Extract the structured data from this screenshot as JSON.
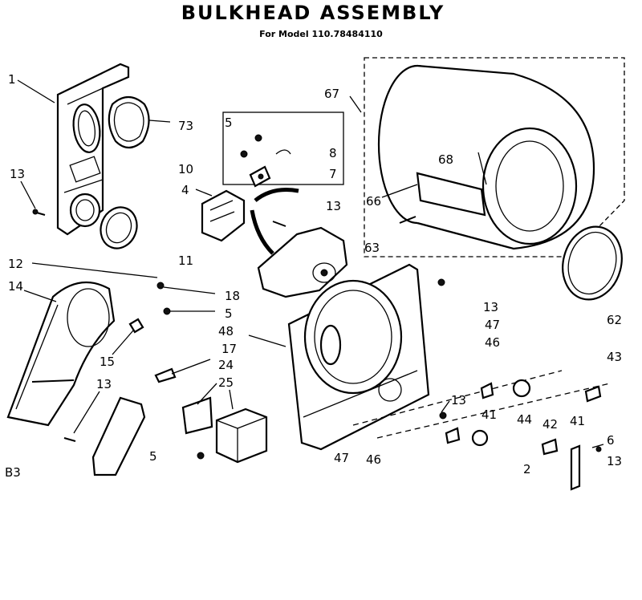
{
  "diagram": {
    "title": "BULKHEAD ASSEMBLY",
    "subtitle": "For Model 110.78484110",
    "footer_code": "B3",
    "callouts": [
      {
        "id": "c1",
        "text": "1"
      },
      {
        "id": "c73",
        "text": "73"
      },
      {
        "id": "c13a",
        "text": "13"
      },
      {
        "id": "c5a",
        "text": "5"
      },
      {
        "id": "c10",
        "text": "10"
      },
      {
        "id": "c4",
        "text": "4"
      },
      {
        "id": "c8",
        "text": "8"
      },
      {
        "id": "c7",
        "text": "7"
      },
      {
        "id": "c13b",
        "text": "13"
      },
      {
        "id": "c11",
        "text": "11"
      },
      {
        "id": "c67",
        "text": "67"
      },
      {
        "id": "c68",
        "text": "68"
      },
      {
        "id": "c66",
        "text": "66"
      },
      {
        "id": "c63",
        "text": "63"
      },
      {
        "id": "c62",
        "text": "62"
      },
      {
        "id": "c12",
        "text": "12"
      },
      {
        "id": "c14",
        "text": "14"
      },
      {
        "id": "c18",
        "text": "18"
      },
      {
        "id": "c5b",
        "text": "5"
      },
      {
        "id": "c48",
        "text": "48"
      },
      {
        "id": "c17",
        "text": "17"
      },
      {
        "id": "c15",
        "text": "15"
      },
      {
        "id": "c24",
        "text": "24"
      },
      {
        "id": "c25",
        "text": "25"
      },
      {
        "id": "c13c",
        "text": "13"
      },
      {
        "id": "c13d",
        "text": "13"
      },
      {
        "id": "c47a",
        "text": "47"
      },
      {
        "id": "c46a",
        "text": "46"
      },
      {
        "id": "c43",
        "text": "43"
      },
      {
        "id": "c13e",
        "text": "13"
      },
      {
        "id": "c41a",
        "text": "41"
      },
      {
        "id": "c44",
        "text": "44"
      },
      {
        "id": "c42",
        "text": "42"
      },
      {
        "id": "c41b",
        "text": "41"
      },
      {
        "id": "c5c",
        "text": "5"
      },
      {
        "id": "c47b",
        "text": "47"
      },
      {
        "id": "c46b",
        "text": "46"
      },
      {
        "id": "c2",
        "text": "2"
      },
      {
        "id": "c6",
        "text": "6"
      },
      {
        "id": "c13f",
        "text": "13"
      }
    ]
  }
}
